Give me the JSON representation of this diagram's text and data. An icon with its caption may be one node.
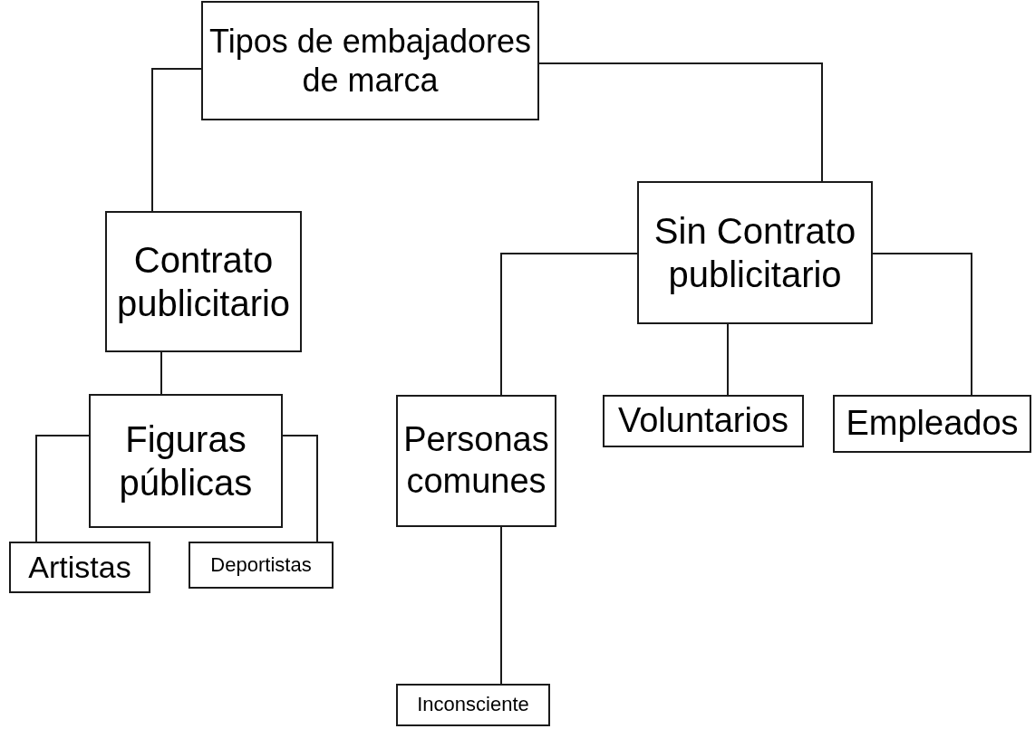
{
  "diagram": {
    "nodes": [
      {
        "text": [
          "Tipos de embajadores de marca"
        ]
      },
      {
        "text": [
          "Contrato publicitario"
        ]
      },
      {
        "text": [
          "Sin Contrato publicitario"
        ]
      },
      {
        "text": [
          "Figuras públicas"
        ]
      },
      {
        "text": [
          "Artistas"
        ]
      },
      {
        "text": [
          "Deportistas"
        ]
      },
      {
        "text": [
          "Personas comunes"
        ]
      },
      {
        "text": [
          "Voluntarios"
        ]
      },
      {
        "text": [
          "Empleados"
        ]
      },
      {
        "text": [
          "Inconsciente"
        ]
      }
    ],
    "edges": [
      {
        "from": 0,
        "to": 1,
        "arrow": "none"
      },
      {
        "from": 0,
        "to": 2,
        "arrow": "none"
      },
      {
        "from": 1,
        "to": 3,
        "arrow": "none"
      },
      {
        "from": 3,
        "to": 4,
        "arrow": "none"
      },
      {
        "from": 3,
        "to": 5,
        "arrow": "none"
      },
      {
        "from": 2,
        "to": 6,
        "arrow": "none"
      },
      {
        "from": 2,
        "to": 7,
        "arrow": "none"
      },
      {
        "from": 2,
        "to": 8,
        "arrow": "none"
      },
      {
        "from": 6,
        "to": 9,
        "arrow": "none"
      }
    ]
  }
}
